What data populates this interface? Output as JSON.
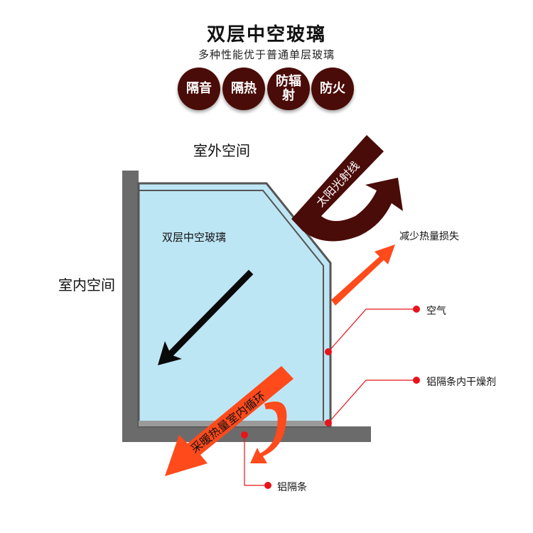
{
  "header": {
    "title": "双层中空玻璃",
    "subtitle": "多种性能优于普通单层玻璃",
    "badges": [
      "隔音",
      "隔热",
      "防辐射",
      "防火"
    ]
  },
  "diagram": {
    "outdoor_label": "室外空间",
    "indoor_label": "室内空间",
    "glass_label": "双层中空玻璃",
    "sun_label": "太阳光射线",
    "heat_label": "采暖热量室内循环",
    "reduce_loss_label": "减少热量损失",
    "air_label": "空气",
    "desiccant_label": "铝隔条内干燥剂",
    "spacer_label": "铝隔条",
    "colors": {
      "glass_fill": "#bde6f5",
      "wall": "#6b6b6b",
      "sun_arrow": "#4a0c08",
      "heat_arrow": "#ff4a1c",
      "callout": "#e8141a"
    }
  }
}
